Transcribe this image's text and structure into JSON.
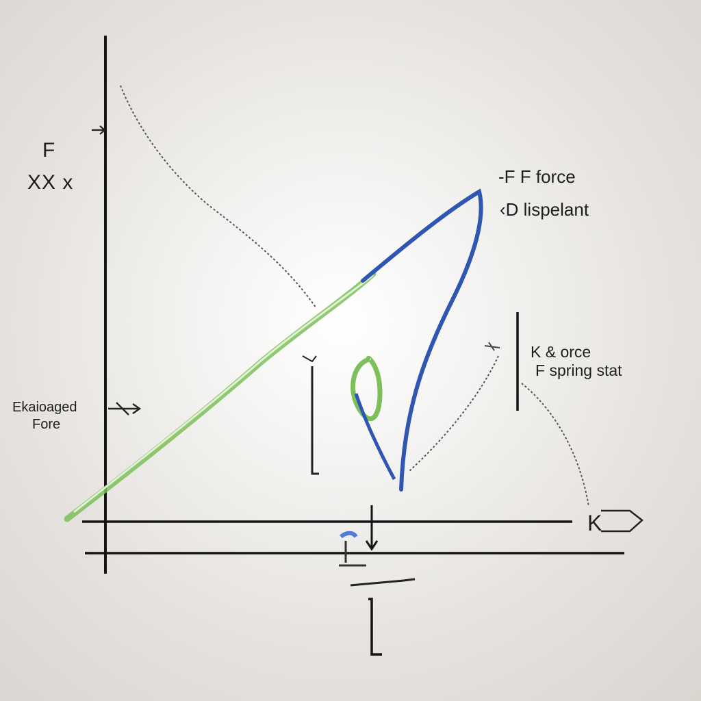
{
  "labels": {
    "y_axis_top": "F",
    "y_axis_bottom": "XX x",
    "legend_force": "-F F force",
    "legend_displacement": "‹D lispelant",
    "annotation_k_force": "K  & orce",
    "annotation_spring": "F spring   stat",
    "annotation_elongated_1": "Ekaioaged",
    "annotation_elongated_2": "Fore",
    "x_axis_end": "K"
  },
  "colors": {
    "green_curve": "#7dbf5a",
    "blue_curve": "#2f56b0",
    "axis": "#141414",
    "dashed": "#555555"
  }
}
